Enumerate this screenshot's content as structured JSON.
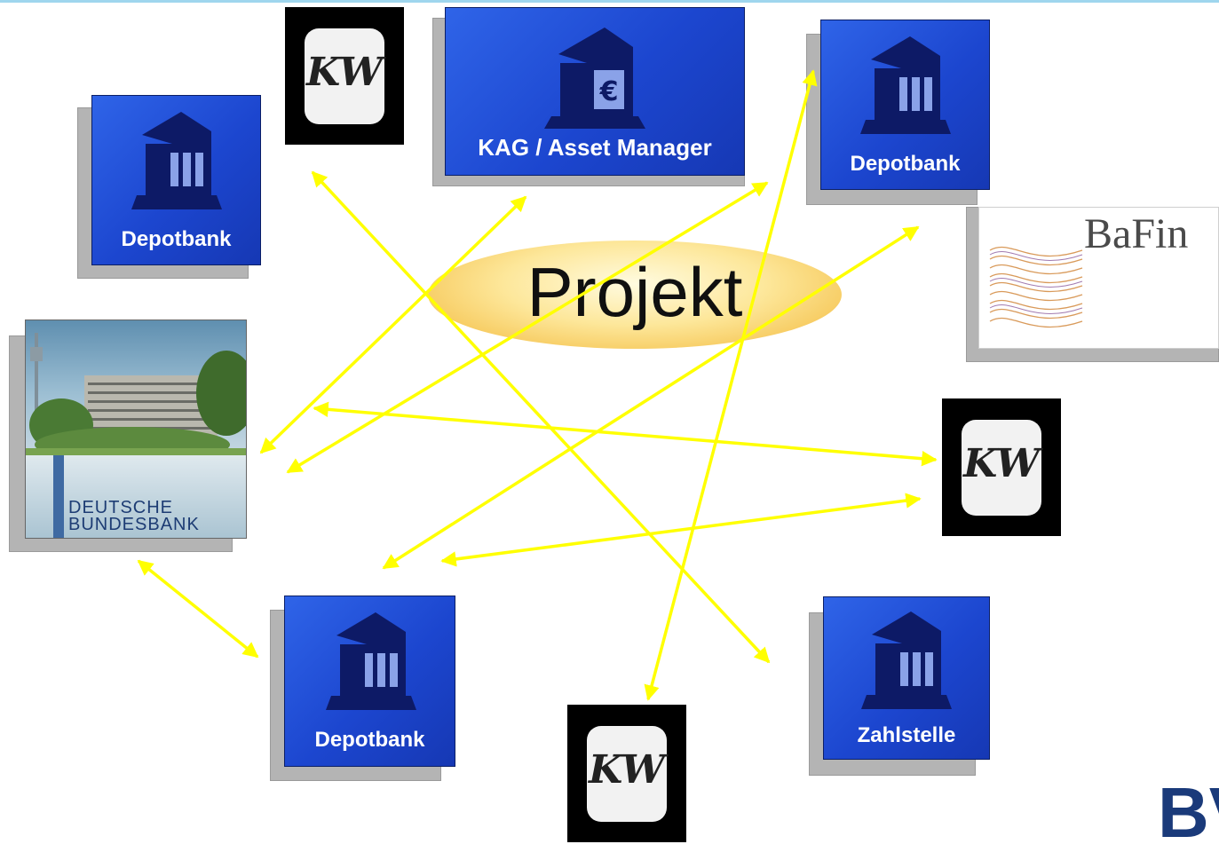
{
  "center": {
    "label": "Projekt"
  },
  "nodes": {
    "kag": {
      "label": "KAG / Asset Manager",
      "icon": "bank-euro-icon"
    },
    "depotbank_top_left": {
      "label": "Depotbank",
      "icon": "bank-building-icon"
    },
    "depotbank_top_right": {
      "label": "Depotbank",
      "icon": "bank-building-icon"
    },
    "depotbank_bottom": {
      "label": "Depotbank",
      "icon": "bank-building-icon"
    },
    "zahlstelle": {
      "label": "Zahlstelle",
      "icon": "bank-building-icon"
    },
    "bafin": {
      "label": "BaFin"
    },
    "bundesbank": {
      "line1": "DEUTSCHE",
      "line2": "BUNDESBANK"
    },
    "kw_logo": {
      "text": "KW"
    }
  },
  "corner_logo": {
    "text": "BV"
  },
  "colors": {
    "arrow": "#ffff00",
    "bank_blue": "#1f4ad6",
    "building": "#0d1a66",
    "projekt_gold": "#f6c85a"
  }
}
